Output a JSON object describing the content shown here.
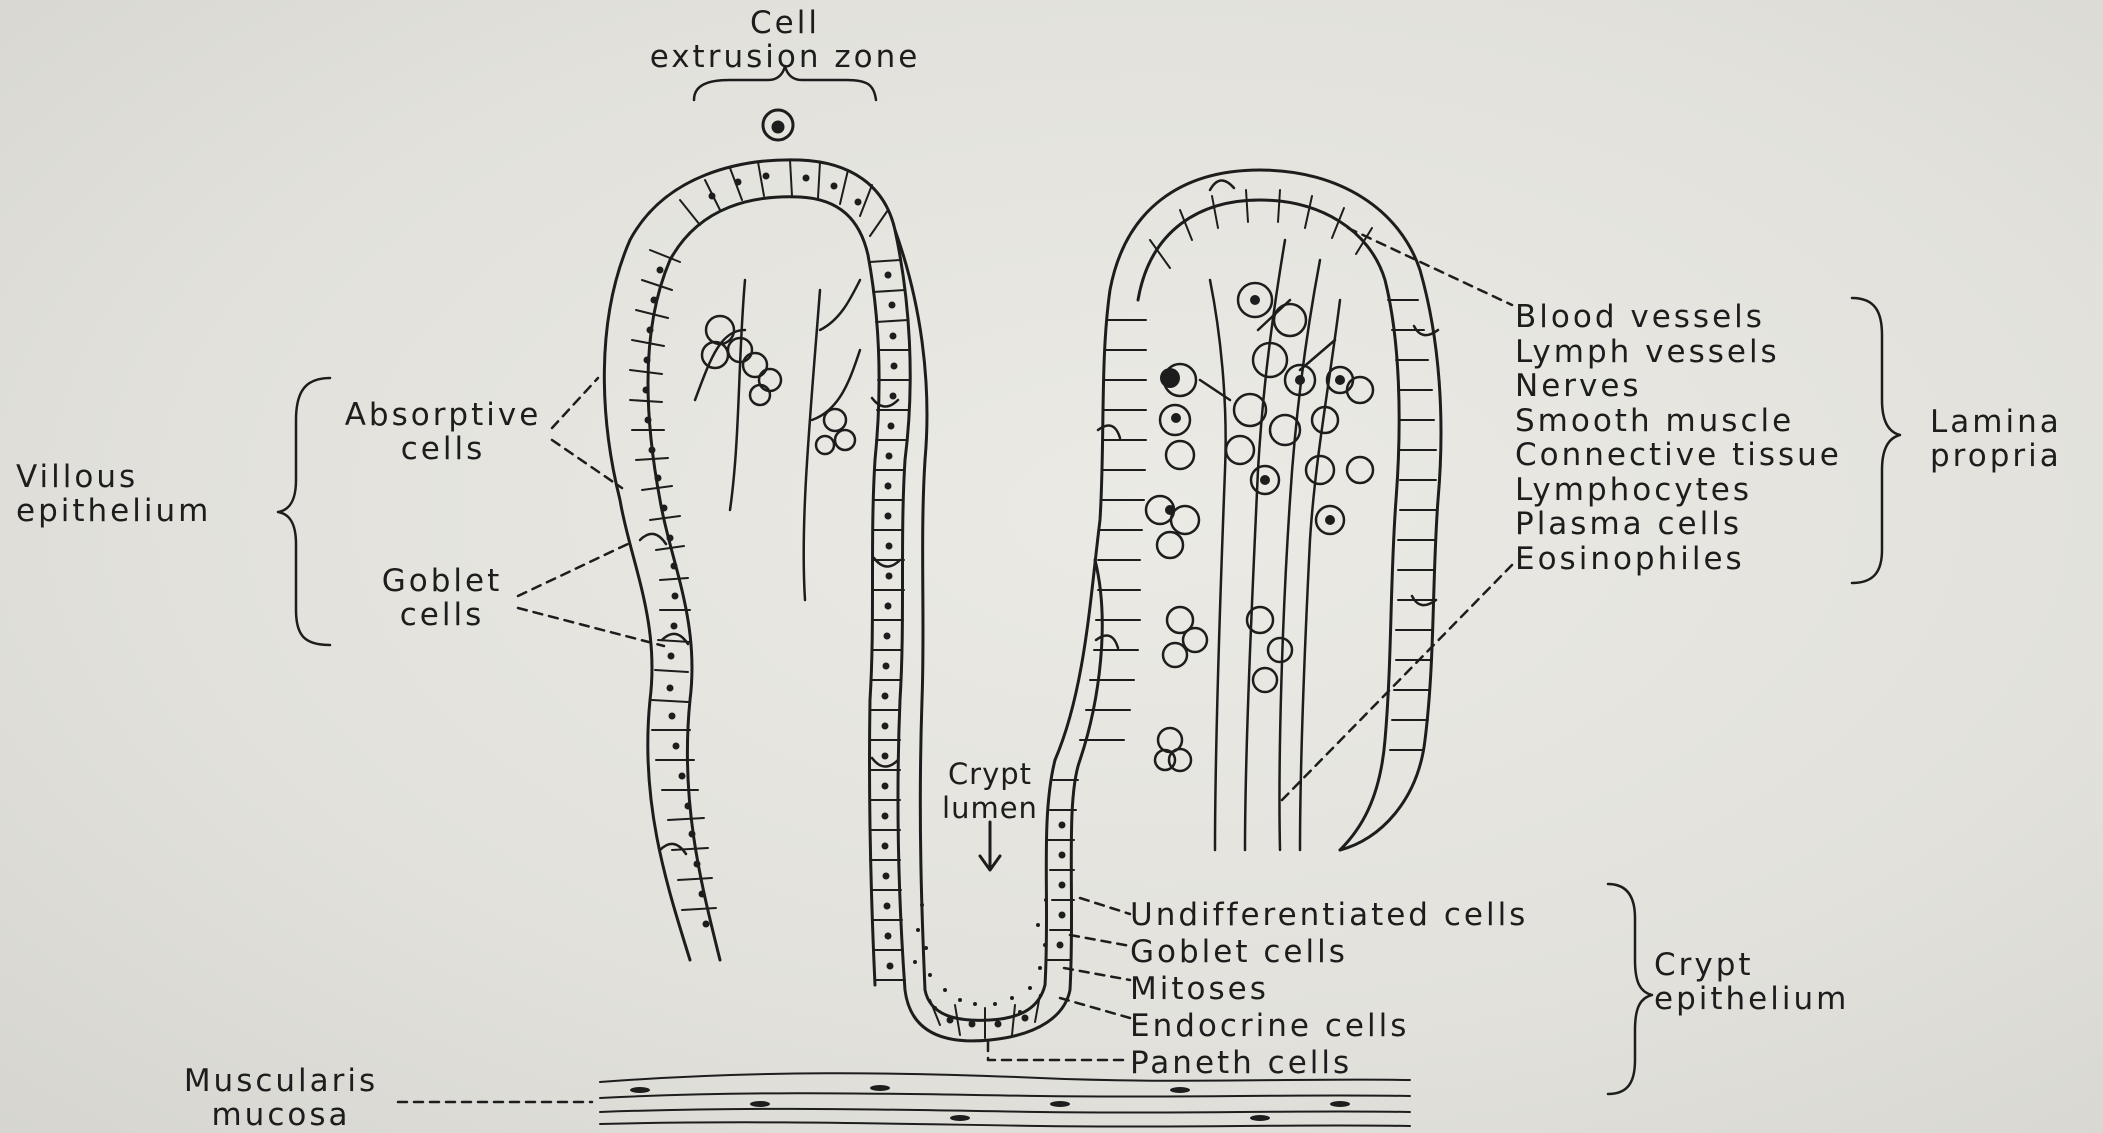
{
  "labels": {
    "cell_extrusion_l1": "Cell",
    "cell_extrusion_l2": "extrusion zone",
    "villous_l1": "Villous",
    "villous_l2": "epithelium",
    "absorptive_l1": "Absorptive",
    "absorptive_l2": "cells",
    "goblet_l1": "Goblet",
    "goblet_l2": "cells",
    "crypt_lumen_l1": "Crypt",
    "crypt_lumen_l2": "lumen",
    "lamina_items": [
      "Blood vessels",
      "Lymph vessels",
      "Nerves",
      "Smooth muscle",
      "Connective tissue",
      "Lymphocytes",
      "Plasma cells",
      "Eosinophiles"
    ],
    "lamina_l1": "Lamina",
    "lamina_l2": "propria",
    "crypt_items": [
      "Undifferentiated cells",
      "Goblet cells",
      "Mitoses",
      "Endocrine cells",
      "Paneth cells"
    ],
    "crypt_epi_l1": "Crypt",
    "crypt_epi_l2": "epithelium",
    "muscularis_l1": "Muscularis",
    "muscularis_l2": "mucosa"
  },
  "colors": {
    "ink": "#1d1d1d",
    "paper": "#e4e3dd"
  }
}
